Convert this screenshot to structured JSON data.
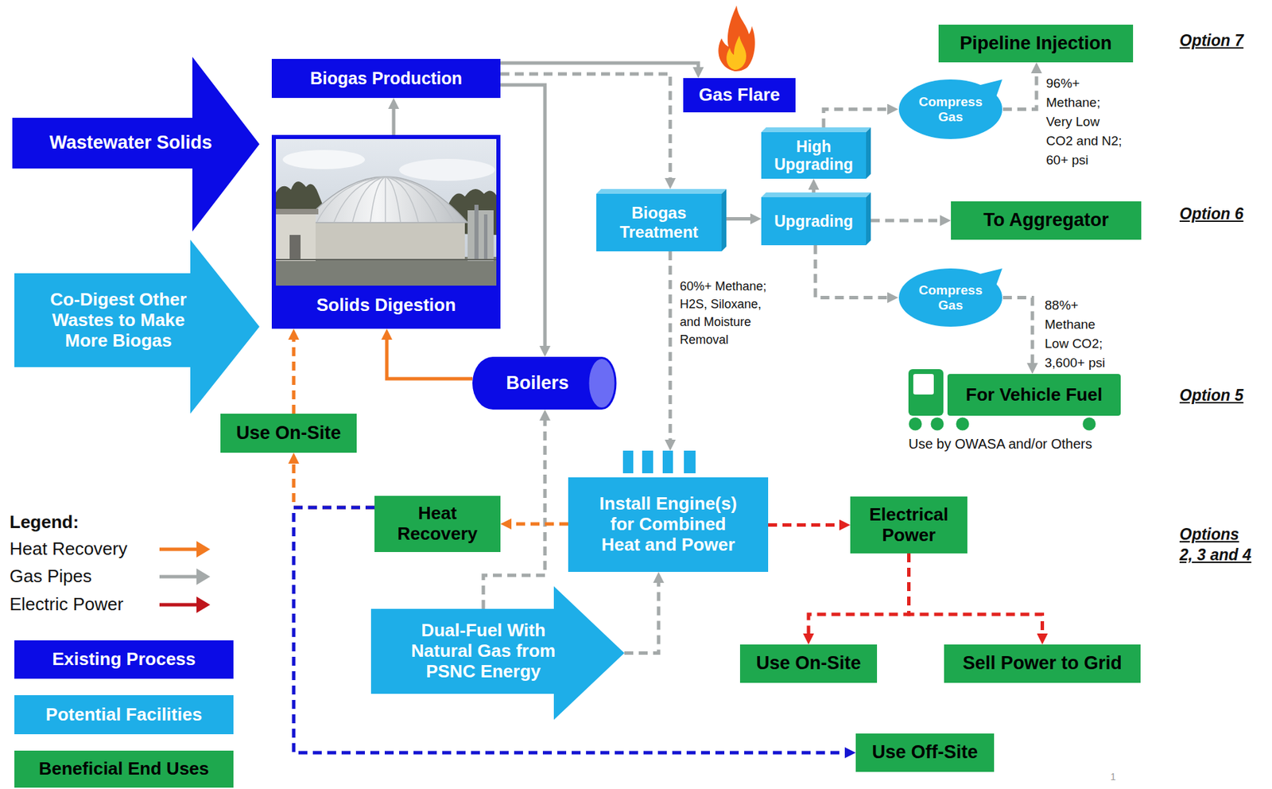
{
  "diagram": {
    "nodes": [
      {
        "text": [
          "Wastewater Solids"
        ]
      },
      {
        "text": [
          "Biogas Production"
        ]
      },
      {
        "text": [
          "Gas Flare"
        ]
      },
      {
        "text": [
          "Pipeline Injection"
        ]
      },
      {
        "text": [
          "Compress Gas"
        ]
      },
      {
        "text": [
          "High Upgrading"
        ]
      },
      {
        "text": [
          "Biogas Treatment"
        ]
      },
      {
        "text": [
          "Upgrading"
        ]
      },
      {
        "text": [
          "To Aggregator"
        ]
      },
      {
        "text": [
          "Co-Digest Other Wastes to Make More Biogas"
        ]
      },
      {
        "text": [
          "Solids Digestion"
        ]
      },
      {
        "text": [
          "Compress Gas"
        ]
      },
      {
        "text": [
          "For Vehicle Fuel"
        ]
      },
      {
        "text": [
          "Boilers"
        ]
      },
      {
        "text": [
          "Use On-Site"
        ]
      },
      {
        "text": [
          "Heat Recovery"
        ]
      },
      {
        "text": [
          "Install Engine(s) for Combined Heat and Power"
        ]
      },
      {
        "text": [
          "Electrical Power"
        ]
      },
      {
        "text": [
          "Dual-Fuel With Natural Gas from PSNC Energy"
        ]
      },
      {
        "text": [
          "Use On-Site"
        ]
      },
      {
        "text": [
          "Sell Power to Grid"
        ]
      },
      {
        "text": [
          "Use Off-Site"
        ]
      }
    ],
    "edges": [
      {
        "from": 10,
        "to": 1,
        "arrow": "to"
      },
      {
        "from": 1,
        "to": 2,
        "arrow": "to"
      },
      {
        "from": 1,
        "to": 13,
        "arrow": "to"
      },
      {
        "from": 1,
        "to": 6,
        "arrow": "to"
      },
      {
        "from": 13,
        "to": 10,
        "arrow": "to"
      },
      {
        "from": 6,
        "to": 7,
        "arrow": "to"
      },
      {
        "from": 7,
        "to": 5,
        "arrow": "to"
      },
      {
        "from": 5,
        "to": 4,
        "arrow": "to"
      },
      {
        "from": 4,
        "to": 3,
        "arrow": "to"
      },
      {
        "from": 7,
        "to": 8,
        "arrow": "to"
      },
      {
        "from": 7,
        "to": 11,
        "arrow": "to"
      },
      {
        "from": 11,
        "to": 12,
        "arrow": "to"
      },
      {
        "from": 6,
        "to": 16,
        "arrow": "to"
      },
      {
        "from": 18,
        "to": 13,
        "arrow": "to"
      },
      {
        "from": 18,
        "to": 16,
        "arrow": "to"
      },
      {
        "from": 16,
        "to": 15,
        "arrow": "to"
      },
      {
        "from": 16,
        "to": 17,
        "arrow": "to"
      },
      {
        "from": 17,
        "to": 19,
        "arrow": "to"
      },
      {
        "from": 17,
        "to": 20,
        "arrow": "to"
      },
      {
        "from": 15,
        "to": 14,
        "arrow": "to"
      },
      {
        "from": 15,
        "to": 21,
        "arrow": "to"
      },
      {
        "from": 14,
        "to": 10,
        "arrow": "to"
      }
    ],
    "labels": [
      "Option 7",
      "Option 6",
      "Option 5",
      "Options 2, 3 and 4",
      "96%+ Methane; Very Low CO2 and N2; 60+ psi",
      "60%+ Methane; H2S, Siloxane, and Moisture Removal",
      "88%+ Methane Low CO2; 3,600+ psi",
      "Use by OWASA and/or Others",
      "Legend:",
      "1"
    ],
    "legend": [
      {
        "text": "Heat Recovery"
      },
      {
        "text": "Gas Pipes"
      },
      {
        "text": "Electric Power"
      },
      {
        "text": "Existing Process",
        "color": "#0b0be6"
      },
      {
        "text": "Potential Facilities",
        "color": "#1eaee8"
      },
      {
        "text": "Beneficial End Uses",
        "color": "#1ea84e"
      }
    ]
  }
}
